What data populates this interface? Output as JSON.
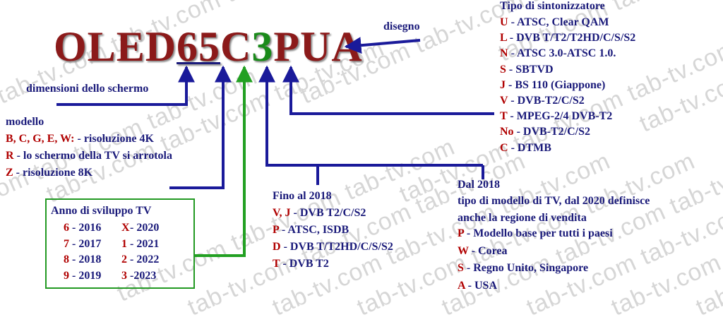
{
  "watermark": "tab-tv.com",
  "title": {
    "prefix": "OLED",
    "size": "65",
    "model": "C",
    "year": "3",
    "tail": "PUA"
  },
  "disegno": "disegno",
  "dimensioni": "dimensioni dello schermo",
  "tuner": {
    "heading": "Tipo di sintonizzatore",
    "items": [
      {
        "code": "U",
        "desc": "ATSC, Clear QAM",
        "style": "serif"
      },
      {
        "code": "L",
        "desc": "DVB T/T2/T2HD/C/S/S2",
        "style": "serif"
      },
      {
        "code": "N",
        "desc": "ATSC 3.0-ATSC 1.0.",
        "style": "serif"
      },
      {
        "code": "S",
        "desc": "SBTVD",
        "style": "serif"
      },
      {
        "code": "J",
        "desc": "BS 110 (Giappone)",
        "style": "serif"
      },
      {
        "code": "V",
        "desc": "DVB-T2/C/S2",
        "style": "sans"
      },
      {
        "code": "T",
        "desc": "MPEG-2/4 DVB-T2",
        "style": "sans"
      },
      {
        "code": "No",
        "desc": "DVB-T2/C/S2",
        "style": "sans"
      },
      {
        "code": "C",
        "desc": "DTMB",
        "style": "sans"
      }
    ]
  },
  "modello": {
    "heading": "modello",
    "items": [
      {
        "code": "B, C, G, E, W:",
        "desc": "risoluzione 4K"
      },
      {
        "code": "R",
        "desc": "lo schermo della TV si arrotola"
      },
      {
        "code": "Z",
        "desc": "risoluzione 8K"
      }
    ]
  },
  "anno": {
    "heading": "Anno di sviluppo TV",
    "rows": [
      {
        "c1": "6",
        "y1": "2016",
        "c2": "X",
        "y2": "2020"
      },
      {
        "c1": "7",
        "y1": "2017",
        "c2": "1",
        "y2": "2021"
      },
      {
        "c1": "8",
        "y1": "2018",
        "c2": "2",
        "y2": "2022"
      },
      {
        "c1": "9",
        "y1": "2019",
        "c2": "3",
        "y2": "2023"
      }
    ]
  },
  "fino": {
    "heading": "Fino al 2018",
    "items": [
      {
        "code": "V, J",
        "desc": "DVB T2/C/S2"
      },
      {
        "code": "P",
        "desc": "ATSC, ISDB"
      },
      {
        "code": "D",
        "desc": "DVB T/T2HD/C/S/S2"
      },
      {
        "code": "T",
        "desc": "DVB T2"
      }
    ]
  },
  "dal": {
    "heading": "Dal 2018",
    "line1": "tipo di modello di TV, dal 2020 definisce",
    "line2": "anche la regione di vendita",
    "items": [
      {
        "code": "P",
        "desc": "Modello base per tutti i paesi"
      },
      {
        "code": "W",
        "desc": "Corea"
      },
      {
        "code": "S",
        "desc": "Regno Unito, Singapore"
      },
      {
        "code": "A",
        "desc": "USA"
      }
    ]
  },
  "colors": {
    "navy": "#1a1a9a",
    "green": "#22a022",
    "code": "#b00000",
    "title": "#8b1a1a"
  }
}
